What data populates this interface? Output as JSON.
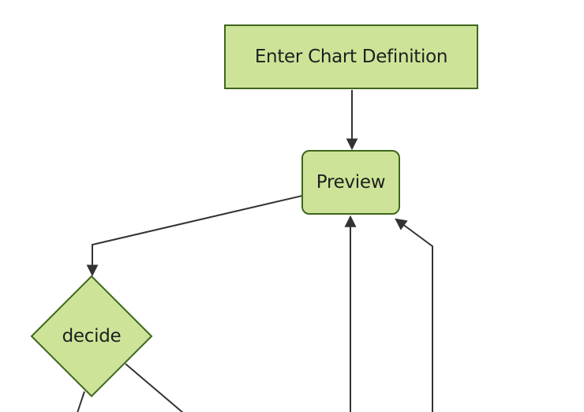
{
  "diagram": {
    "type": "flowchart",
    "orientation": "top-down",
    "nodes": {
      "enter_chart_definition": {
        "label": "Enter Chart Definition",
        "shape": "rectangle"
      },
      "preview": {
        "label": "Preview",
        "shape": "rounded-rectangle"
      },
      "decide": {
        "label": "decide",
        "shape": "diamond"
      }
    },
    "edges": [
      {
        "from": "enter_chart_definition",
        "to": "preview",
        "arrowhead": true
      },
      {
        "from": "preview",
        "to": "decide",
        "arrowhead": true
      },
      {
        "from": "offscreen_bottom_left_line",
        "to": "preview",
        "arrowhead": true
      },
      {
        "from": "offscreen_bottom_right_line",
        "to": "preview",
        "arrowhead": true
      },
      {
        "from": "decide",
        "to": "offscreen_bottom_left",
        "arrowhead": false
      },
      {
        "from": "decide",
        "to": "offscreen_bottom_right",
        "arrowhead": false
      }
    ]
  },
  "colors": {
    "background": "#ffffff",
    "node_fill": "#cde498",
    "node_stroke": "#3f661e",
    "edge": "#333333",
    "text": "#1f1f1f"
  }
}
